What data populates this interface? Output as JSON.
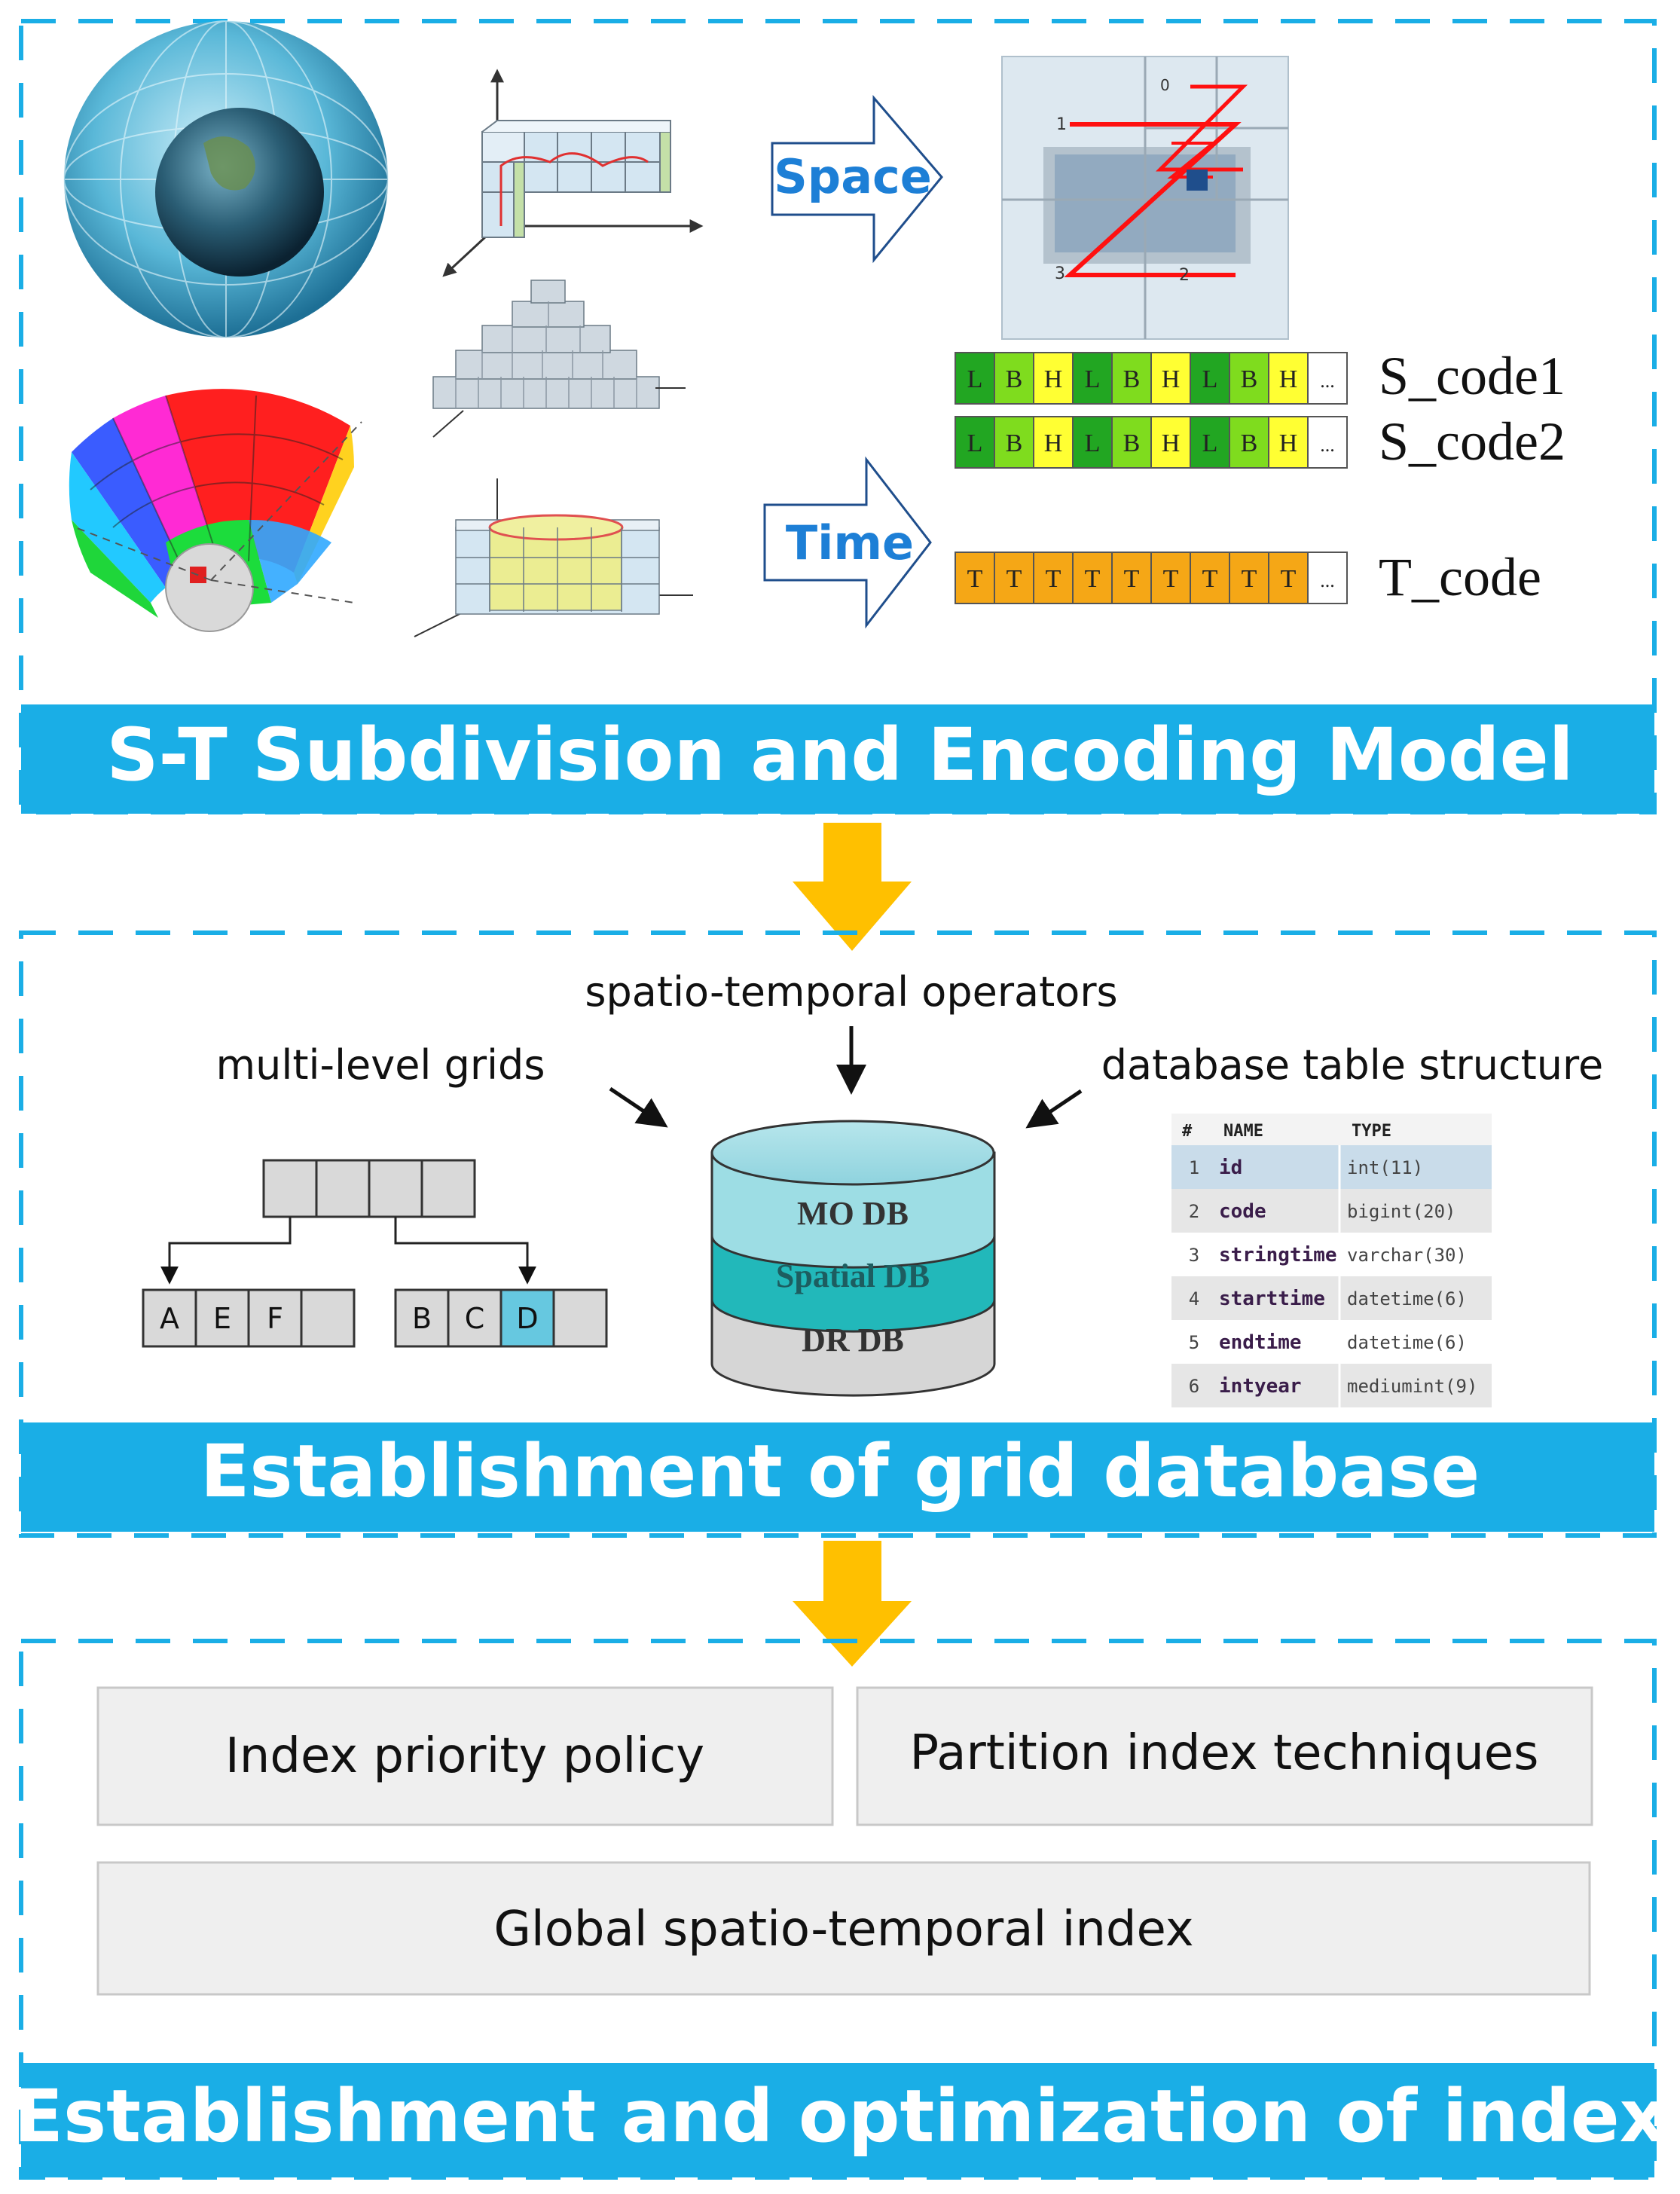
{
  "section1": {
    "banner": "S-T Subdivision and Encoding Model",
    "space_label": "Space",
    "time_label": "Time",
    "zcurve_labels": [
      "0",
      "1",
      "2",
      "3"
    ],
    "codes": {
      "s_code1": {
        "name": "S_code1",
        "cells": [
          "L",
          "B",
          "H",
          "L",
          "B",
          "H",
          "L",
          "B",
          "H",
          "..."
        ]
      },
      "s_code2": {
        "name": "S_code2",
        "cells": [
          "L",
          "B",
          "H",
          "L",
          "B",
          "H",
          "L",
          "B",
          "H",
          "..."
        ]
      },
      "t_code": {
        "name": "T_code",
        "cells": [
          "T",
          "T",
          "T",
          "T",
          "T",
          "T",
          "T",
          "T",
          "T",
          "..."
        ]
      }
    },
    "colors": {
      "dark_green": "#22a622",
      "green": "#7fdc1e",
      "yellow": "#ffff33",
      "orange": "#f5a716"
    }
  },
  "section2": {
    "banner": "Establishment of grid database",
    "operators_label": "spatio-temporal operators",
    "grids_label": "multi-level grids",
    "table_label": "database table structure",
    "grid_left_cells": [
      "A",
      "E",
      "F",
      ""
    ],
    "grid_right_cells": [
      "B",
      "C",
      "D",
      ""
    ],
    "db_layers": [
      "MO DB",
      "Spatial DB",
      "DR DB"
    ],
    "table": {
      "headers": [
        "#",
        "NAME",
        "TYPE"
      ],
      "rows": [
        [
          "1",
          "id",
          "int(11)"
        ],
        [
          "2",
          "code",
          "bigint(20)"
        ],
        [
          "3",
          "stringtime",
          "varchar(30)"
        ],
        [
          "4",
          "starttime",
          "datetime(6)"
        ],
        [
          "5",
          "endtime",
          "datetime(6)"
        ],
        [
          "6",
          "intyear",
          "mediumint(9)"
        ]
      ]
    }
  },
  "section3": {
    "banner": "Establishment and optimization of index",
    "box1": "Index priority policy",
    "box2": "Partition index techniques",
    "box3": "Global spatio-temporal index"
  },
  "colors": {
    "banner": "#1aaee6",
    "dash": "#1aaee6",
    "down_arrow": "#ffc000",
    "highlight_cell": "#66c8e0"
  }
}
